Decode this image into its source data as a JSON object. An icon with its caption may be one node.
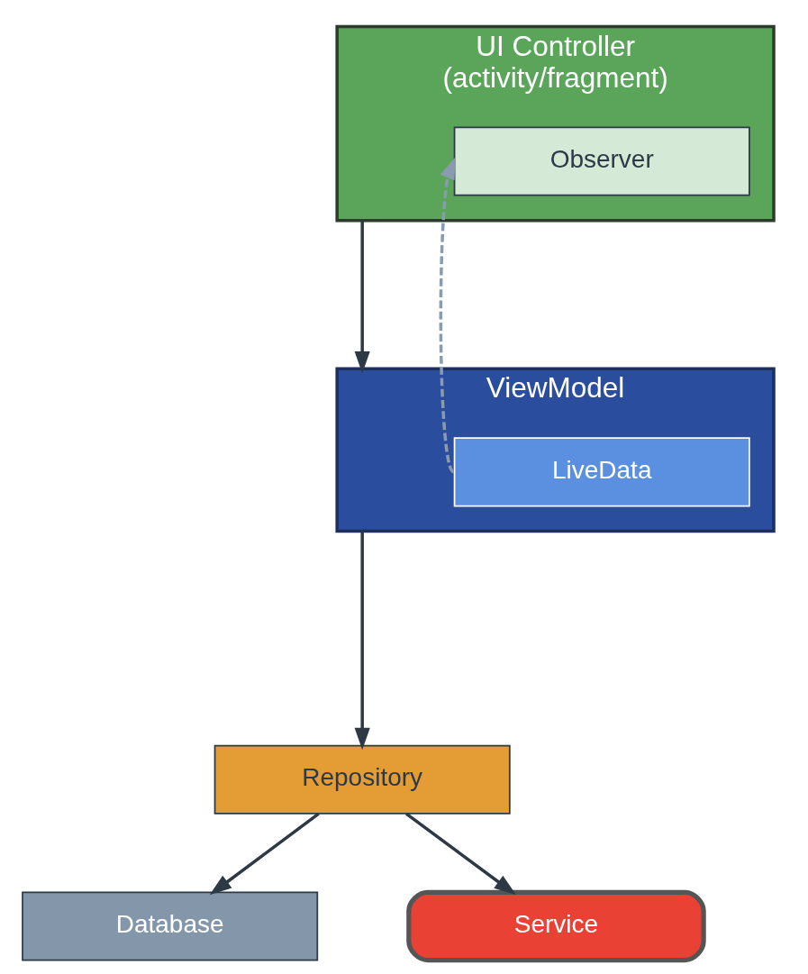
{
  "diagram": {
    "nodes": [
      {
        "text": [
          "UI Controller",
          "(activity/fragment)"
        ]
      },
      {
        "text": [
          "Observer"
        ],
        "in": 0
      },
      {
        "text": [
          "ViewModel"
        ]
      },
      {
        "text": [
          "LiveData"
        ],
        "in": 2
      },
      {
        "text": [
          "Repository"
        ]
      },
      {
        "text": [
          "Database"
        ]
      },
      {
        "text": [
          "Service"
        ]
      }
    ],
    "edges": [
      {
        "from": 3,
        "to": 1,
        "arrow": "to",
        "style": "dashed",
        "color": "#8a9bb0"
      },
      {
        "from": 0,
        "to": 2,
        "arrow": "to"
      },
      {
        "from": 2,
        "to": 4,
        "arrow": "to"
      },
      {
        "from": 4,
        "to": 5,
        "arrow": "to"
      },
      {
        "from": 4,
        "to": 6,
        "arrow": "to"
      }
    ]
  }
}
